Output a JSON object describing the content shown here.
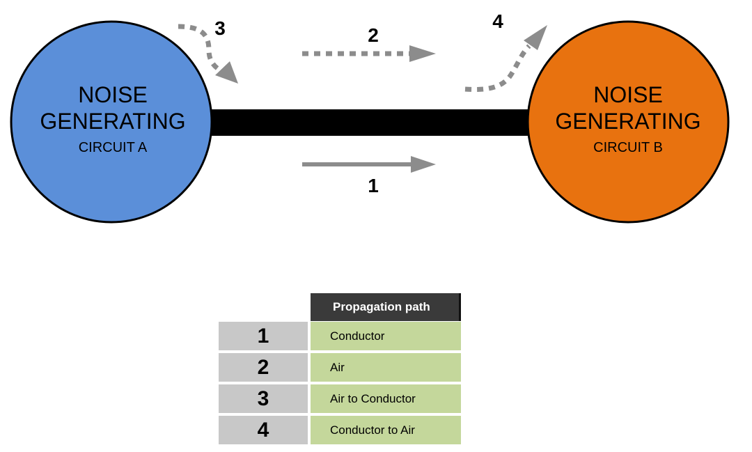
{
  "circles": {
    "a": {
      "line1": "NOISE",
      "line2": "GENERATING",
      "line3": "CIRCUIT A",
      "color": "#5b8fd9"
    },
    "b": {
      "line1": "NOISE",
      "line2": "GENERATING",
      "line3": "CIRCUIT B",
      "color": "#e8720f"
    }
  },
  "conductor_color": "#000000",
  "arrow_color": "#8c8c8c",
  "path_labels": {
    "p1": "1",
    "p2": "2",
    "p3": "3",
    "p4": "4"
  },
  "legend": {
    "header": "Propagation path",
    "rows": [
      {
        "num": "1",
        "desc": "Conductor"
      },
      {
        "num": "2",
        "desc": "Air"
      },
      {
        "num": "3",
        "desc": "Air to Conductor"
      },
      {
        "num": "4",
        "desc": "Conductor to Air"
      }
    ]
  }
}
